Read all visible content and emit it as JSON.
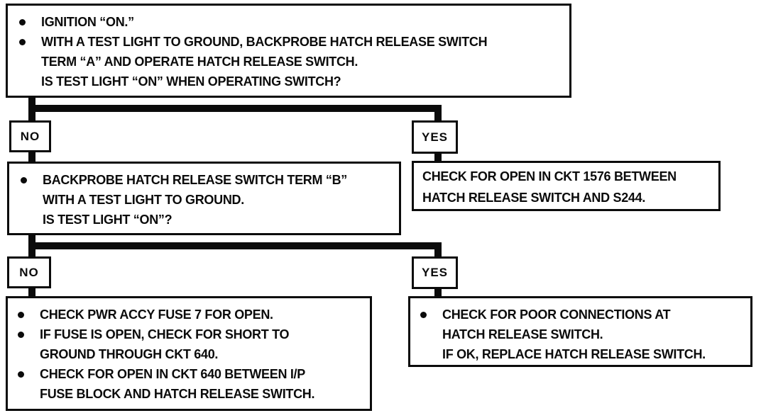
{
  "flowchart": {
    "step1": {
      "bullet1": "IGNITION “ON.”",
      "bullet2": "WITH A TEST LIGHT TO GROUND, BACKPROBE HATCH RELEASE SWITCH\nTERM “A” AND OPERATE HATCH RELEASE SWITCH.\nIS TEST LIGHT “ON” WHEN OPERATING SWITCH?"
    },
    "branch1": {
      "no_label": "NO",
      "yes_label": "YES"
    },
    "step2_no": {
      "bullet1": "BACKPROBE HATCH RELEASE SWITCH TERM “B”\nWITH A TEST LIGHT TO GROUND.\nIS TEST LIGHT “ON”?"
    },
    "step2_yes": {
      "text": "CHECK FOR OPEN IN CKT 1576 BETWEEN\nHATCH RELEASE SWITCH AND S244."
    },
    "branch2": {
      "no_label": "NO",
      "yes_label": "YES"
    },
    "step3_no": {
      "bullets": [
        "CHECK PWR ACCY FUSE 7 FOR OPEN.",
        "IF FUSE IS OPEN, CHECK FOR SHORT TO\nGROUND THROUGH CKT 640.",
        "CHECK FOR OPEN IN CKT 640 BETWEEN I/P\nFUSE BLOCK AND HATCH RELEASE SWITCH."
      ]
    },
    "step3_yes": {
      "bullet1": "CHECK FOR POOR CONNECTIONS AT\nHATCH RELEASE SWITCH.\nIF OK, REPLACE HATCH RELEASE SWITCH."
    },
    "colors": {
      "line": "#0b0b0b",
      "background": "#ffffff"
    }
  }
}
